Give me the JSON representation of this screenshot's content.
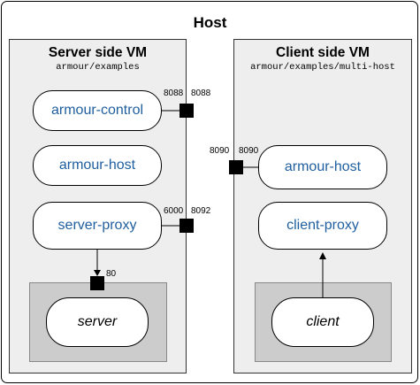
{
  "host": {
    "title": "Host"
  },
  "server_vm": {
    "title": "Server side VM",
    "path": "armour/examples",
    "components": [
      "armour-control",
      "armour-host",
      "server-proxy"
    ],
    "inner": "server",
    "ports": {
      "control_in": "8088",
      "control_out": "8088",
      "proxy_in": "6000",
      "proxy_out": "8092",
      "server": "80"
    }
  },
  "client_vm": {
    "title": "Client side VM",
    "path": "armour/examples/multi-host",
    "components": [
      "armour-host",
      "client-proxy"
    ],
    "inner": "client",
    "ports": {
      "host_in": "8090",
      "host_out": "8090"
    }
  }
}
